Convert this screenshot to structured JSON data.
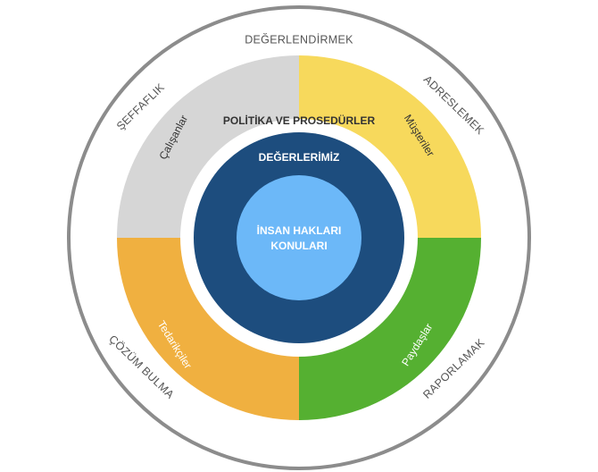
{
  "colors": {
    "outer_ring": "#8c8c8c",
    "segment_gray": "#d6d6d6",
    "segment_yellow": "#f7d95c",
    "segment_green": "#55b031",
    "segment_orange": "#f0b040",
    "inner_dark": "#1d4d7e",
    "inner_light": "#6cb8f8",
    "text_dark": "#333333",
    "text_light": "#ffffff"
  },
  "outer_labels": {
    "top": "DEĞERLENDİRMEK",
    "top_left": "ŞEFFAFLIK",
    "top_right": "ADRESLEMEK",
    "bottom_left": "ÇÖZÜM BULMA",
    "bottom_right": "RAPORLAMAK"
  },
  "segments": [
    {
      "label": "Çalışanlar",
      "color": "gray",
      "text_color": "dark"
    },
    {
      "label": "Müşteriler",
      "color": "yellow",
      "text_color": "dark"
    },
    {
      "label": "Paydaşlar",
      "color": "green",
      "text_color": "light"
    },
    {
      "label": "Tedarikçiler",
      "color": "orange",
      "text_color": "light"
    }
  ],
  "policy_label": "POLİTİKA VE PROSEDÜRLER",
  "values_label": "DEĞERLERİMİZ",
  "center_label": {
    "line1": "İNSAN HAKLARI",
    "line2": "KONULARI"
  }
}
